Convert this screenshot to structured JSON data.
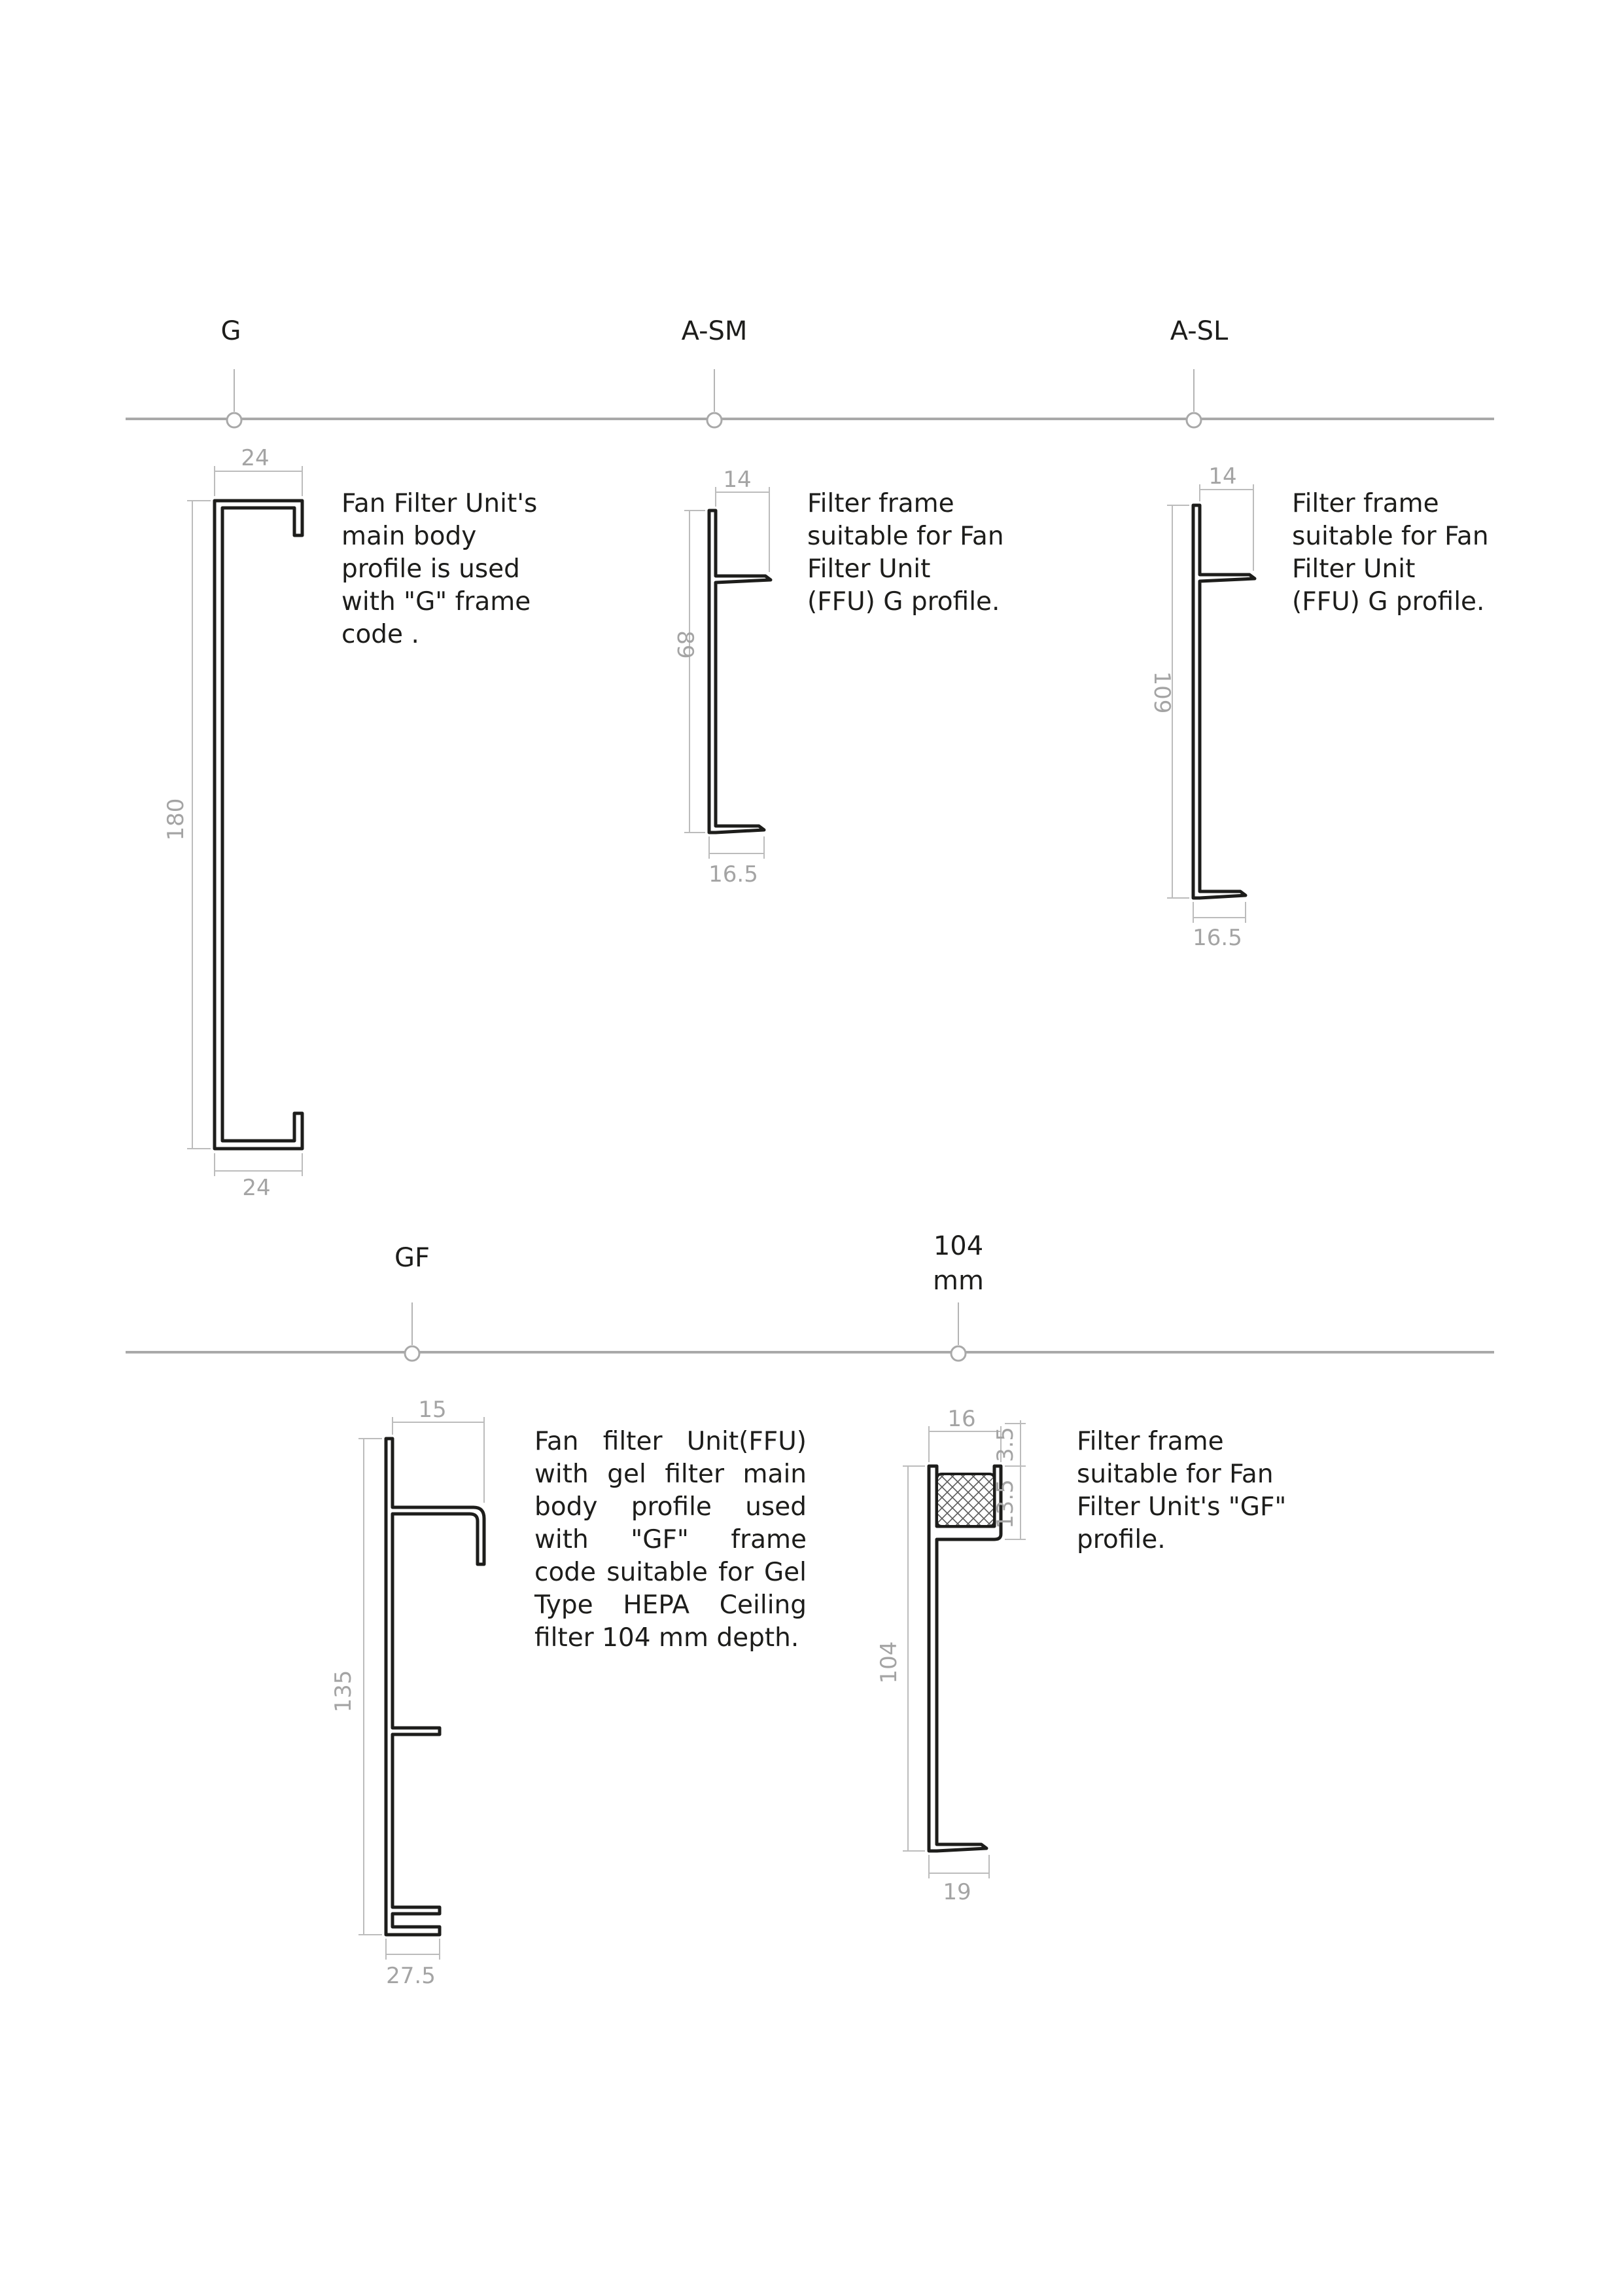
{
  "row1": {
    "items": [
      {
        "code": "G",
        "description": "Fan Filter Unit's\nmain body\nprofile is used\nwith \"G\" frame\ncode .",
        "dims": {
          "top": "24",
          "height": "180",
          "bottom": "24"
        }
      },
      {
        "code": "A-SM",
        "description": "Filter frame\nsuitable for Fan\nFilter Unit\n(FFU) G profile.",
        "dims": {
          "top": "14",
          "height": "89",
          "bottom": "16.5"
        }
      },
      {
        "code": "A-SL",
        "description": "Filter frame\nsuitable for Fan\nFilter Unit\n(FFU) G profile.",
        "dims": {
          "top": "14",
          "height": "109",
          "bottom": "16.5"
        }
      }
    ]
  },
  "row2": {
    "items": [
      {
        "code": "GF",
        "description": "Fan filter Unit(FFU) with gel filter main body profile used with \"GF\" frame code suitable for Gel Type HEPA Ceiling filter 104 mm depth.",
        "dims": {
          "top": "15",
          "height": "135",
          "bottom": "27.5"
        }
      },
      {
        "code_line1": "104",
        "code_line2": "mm",
        "description": "Filter frame\nsuitable for Fan\nFilter Unit's \"GF\"\nprofile.",
        "dims": {
          "top": "16",
          "side_top": "3.5",
          "side_mid": "13.5",
          "height": "104",
          "bottom": "19"
        }
      }
    ]
  },
  "colors": {
    "ink": "#1d1d1b",
    "timeline": "#a9a9a9",
    "dimension": "#a4a4a4",
    "background": "#ffffff"
  }
}
